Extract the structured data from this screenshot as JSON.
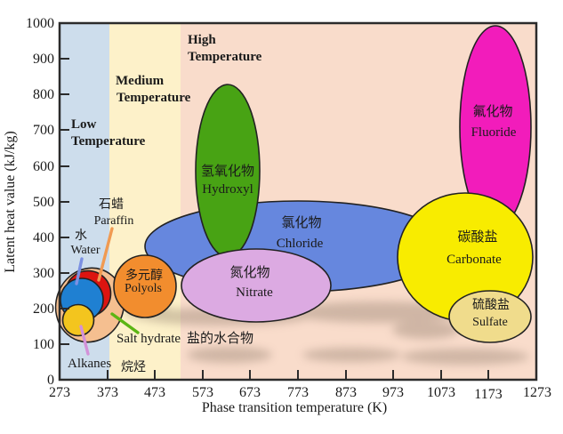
{
  "figure": {
    "x_axis": {
      "title": "Phase transition temperature (K)",
      "ticks": [
        "273",
        "373",
        "473",
        "573",
        "673",
        "773",
        "873",
        "973",
        "1073",
        "1173",
        "1273"
      ]
    },
    "y_axis": {
      "title": "Latent heat value (kJ/kg)",
      "ticks": [
        "0",
        "100",
        "200",
        "300",
        "400",
        "500",
        "600",
        "700",
        "800",
        "900",
        "1000"
      ]
    },
    "zones": {
      "low": {
        "line1": "Low",
        "line2": "Temperature",
        "color": "#cdddec"
      },
      "medium": {
        "line1": "Medium",
        "line2": "Temperature",
        "color": "#fdf1c9"
      },
      "high": {
        "line1": "High",
        "line2": "Temperature",
        "color": "#f9dccb"
      }
    },
    "materials": {
      "hydroxyl": {
        "zh": "氢氧化物",
        "en": "Hydroxyl",
        "color": "#48a314"
      },
      "chloride": {
        "zh": "氯化物",
        "en": "Chloride",
        "color": "#6687de"
      },
      "nitrate": {
        "zh": "氮化物",
        "en": "Nitrate",
        "color": "#dcaae2"
      },
      "fluoride": {
        "zh": "氟化物",
        "en": "Fluoride",
        "color": "#f21cbb"
      },
      "carbonate": {
        "zh": "碳酸盐",
        "en": "Carbonate",
        "color": "#f8ec00"
      },
      "sulfate": {
        "zh": "硫酸盐",
        "en": "Sulfate",
        "color": "#f0dc8c"
      },
      "polyols": {
        "zh": "多元醇",
        "en": "Polyols",
        "color": "#f28d2e"
      },
      "salt_hydrate": {
        "en": "Salt hydrate",
        "zh": "盐的水合物",
        "color": "#f5bf90"
      },
      "paraffin": {
        "zh": "石蜡",
        "en": "Paraffin",
        "color": "#dc1410"
      },
      "water": {
        "zh": "水",
        "en": "Water",
        "color": "#1f80d2"
      },
      "alkanes": {
        "en": "Alkanes",
        "zh": "烷烃",
        "color": "#f3c51e"
      }
    },
    "leader_line_colors": {
      "water": "#7b90e2",
      "paraffin": "#f09a52",
      "salt_hydrate": "#5cb514",
      "alkanes": "#d391d8"
    }
  },
  "chart_data": {
    "type": "scatter",
    "title": "",
    "xlabel": "Phase transition temperature (K)",
    "ylabel": "Latent heat value (kJ/kg)",
    "xlim": [
      273,
      1273
    ],
    "ylim": [
      0,
      1000
    ],
    "x_ticks": [
      273,
      373,
      473,
      573,
      673,
      773,
      873,
      973,
      1073,
      1173,
      1273
    ],
    "y_ticks": [
      0,
      100,
      200,
      300,
      400,
      500,
      600,
      700,
      800,
      900,
      1000
    ],
    "grid": false,
    "legend": false,
    "temperature_zones": [
      {
        "label": "Low Temperature",
        "x_range_K": [
          273,
          373
        ]
      },
      {
        "label": "Medium Temperature",
        "x_range_K": [
          373,
          523
        ]
      },
      {
        "label": "High Temperature",
        "x_range_K": [
          523,
          1273
        ]
      }
    ],
    "regions": [
      {
        "name_en": "Water",
        "name_zh": "水",
        "temp_range_K": [
          275,
          363
        ],
        "latent_heat_range_kJ_per_kg": [
          170,
          285
        ]
      },
      {
        "name_en": "Paraffin",
        "name_zh": "石蜡",
        "temp_range_K": [
          278,
          378
        ],
        "latent_heat_range_kJ_per_kg": [
          180,
          310
        ]
      },
      {
        "name_en": "Alkanes",
        "name_zh": "烷烃",
        "temp_range_K": [
          280,
          345
        ],
        "latent_heat_range_kJ_per_kg": [
          125,
          215
        ]
      },
      {
        "name_en": "Salt hydrate",
        "name_zh": "盐的水合物",
        "temp_range_K": [
          273,
          408
        ],
        "latent_heat_range_kJ_per_kg": [
          110,
          310
        ]
      },
      {
        "name_en": "Polyols",
        "name_zh": "多元醇",
        "temp_range_K": [
          390,
          515
        ],
        "latent_heat_range_kJ_per_kg": [
          180,
          350
        ]
      },
      {
        "name_en": "Hydroxyl",
        "name_zh": "氢氧化物",
        "temp_range_K": [
          550,
          690
        ],
        "latent_heat_range_kJ_per_kg": [
          355,
          830
        ]
      },
      {
        "name_en": "Chloride",
        "name_zh": "氯化物",
        "temp_range_K": [
          455,
          1090
        ],
        "latent_heat_range_kJ_per_kg": [
          250,
          500
        ]
      },
      {
        "name_en": "Nitrate",
        "name_zh": "氮化物",
        "temp_range_K": [
          530,
          840
        ],
        "latent_heat_range_kJ_per_kg": [
          165,
          370
        ]
      },
      {
        "name_en": "Fluoride",
        "name_zh": "氟化物",
        "temp_range_K": [
          1115,
          1245
        ],
        "latent_heat_range_kJ_per_kg": [
          440,
          1000
        ]
      },
      {
        "name_en": "Carbonate",
        "name_zh": "碳酸盐",
        "temp_range_K": [
          985,
          1260
        ],
        "latent_heat_range_kJ_per_kg": [
          170,
          525
        ]
      },
      {
        "name_en": "Sulfate",
        "name_zh": "硫酸盐",
        "temp_range_K": [
          1090,
          1255
        ],
        "latent_heat_range_kJ_per_kg": [
          100,
          255
        ]
      }
    ]
  }
}
